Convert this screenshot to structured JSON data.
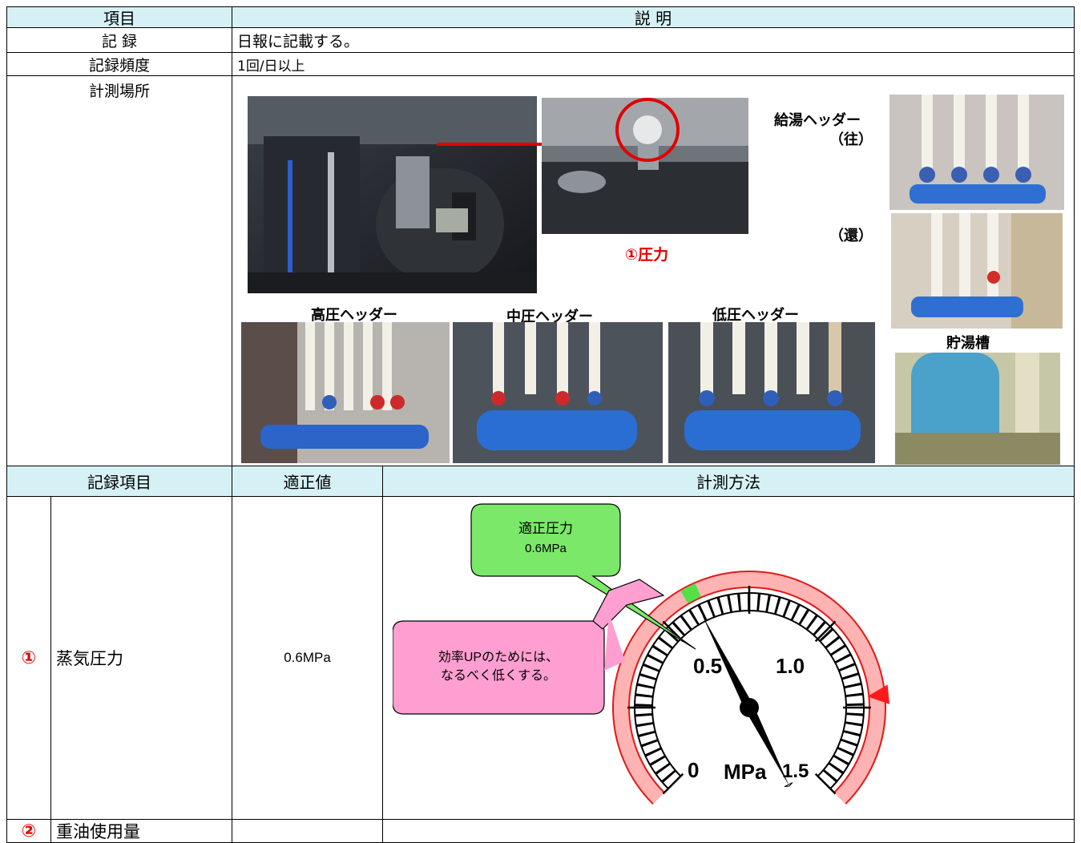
{
  "header": {
    "col_item": "項目",
    "col_desc": "説 明"
  },
  "rows": {
    "record_label": "記 録",
    "record_value": "日報に記載する。",
    "frequency_label": "記録頻度",
    "frequency_value": "1回/日以上",
    "location_label": "計測場所"
  },
  "photos": {
    "boiler_caption": "①圧力",
    "hot_water_header": "給湯ヘッダー",
    "outgoing": "（往）",
    "return": "（還）",
    "high_pressure": "高圧ヘッダー",
    "mid_pressure": "中圧ヘッダー",
    "low_pressure": "低圧ヘッダー",
    "storage_tank": "貯湯槽"
  },
  "second_header": {
    "col_item": "記録項目",
    "col_value": "適正値",
    "col_method": "計測方法"
  },
  "items": [
    {
      "no": "①",
      "name": "蒸気圧力",
      "value": "0.6MPa"
    },
    {
      "no": "②",
      "name": "重油使用量",
      "value": ""
    }
  ],
  "callouts": {
    "green_line1": "適正圧力",
    "green_line2": "0.6MPa",
    "pink_line1": "効率UPのためには、",
    "pink_line2": "なるべく低くする。"
  },
  "gauge": {
    "label_0": "0",
    "label_05": "0.5",
    "label_10": "1.0",
    "label_15": "1.5",
    "unit": "MPa",
    "min": 0,
    "max": 1.5,
    "needle_value": 0.6,
    "optimal_value": 0.6,
    "limit_value": 1.22,
    "colors": {
      "band": "#ffb3b3",
      "band_edge": "#e21818",
      "optimal": "#55e04a",
      "limit_marker": "#ff1a1a"
    }
  },
  "colors": {
    "header_bg": "#d6f1f6",
    "green_callout": "#7be86a",
    "pink_callout": "#ff9fd1"
  }
}
